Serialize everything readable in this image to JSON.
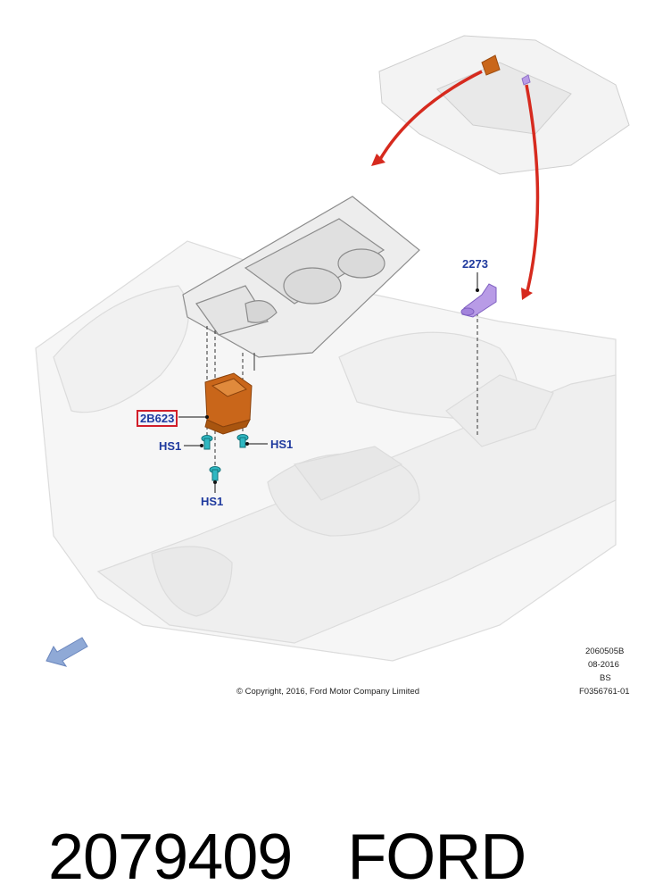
{
  "callouts": {
    "bracket": "2B623",
    "bushing": "2273",
    "screw_right": "HS1",
    "screw_left": "HS1",
    "screw_bottom": "HS1"
  },
  "footer": {
    "copyright": "© Copyright, 2016, Ford Motor Company Limited",
    "code_line_1": "2060505B",
    "code_line_2": "08-2016",
    "code_line_3": "BS",
    "code_line_4": "F0356761-01"
  },
  "caption": {
    "part_number": "2079409",
    "brand": "FORD"
  },
  "colors": {
    "highlight_part": "#c9661a",
    "secondary_part": "#b89be6",
    "callout_text": "#1f3a9e",
    "callout_box": "#d21f2a",
    "locator_arrow": "#d62a1e",
    "direction_arrow": "#8fa9d6"
  }
}
